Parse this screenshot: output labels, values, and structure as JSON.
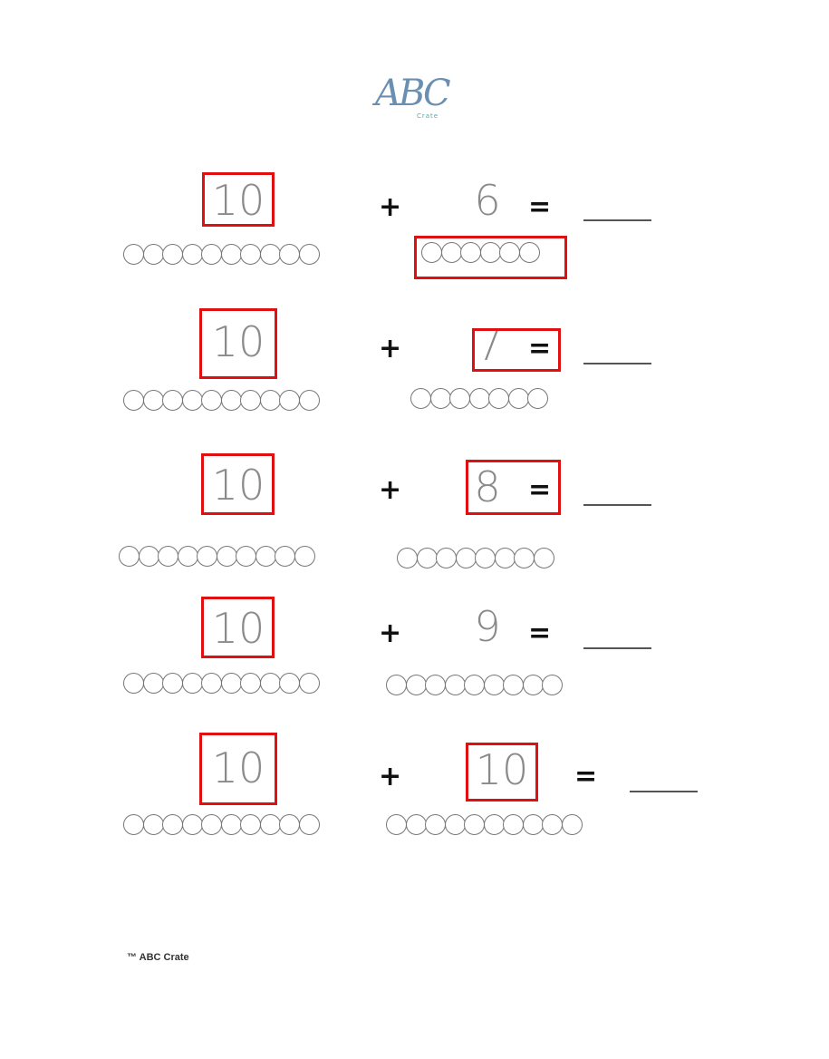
{
  "logo": {
    "text": "ABC",
    "subtext": "Crate"
  },
  "problems": [
    {
      "addend1": "10",
      "operator": "+",
      "addend2": "6",
      "equals": "=",
      "circles1": 10,
      "circles2": 6
    },
    {
      "addend1": "10",
      "operator": "+",
      "addend2": "7",
      "equals": "=",
      "circles1": 10,
      "circles2": 7
    },
    {
      "addend1": "10",
      "operator": "+",
      "addend2": "8",
      "equals": "=",
      "circles1": 10,
      "circles2": 8
    },
    {
      "addend1": "10",
      "operator": "+",
      "addend2": "9",
      "equals": "=",
      "circles1": 10,
      "circles2": 9
    },
    {
      "addend1": "10",
      "operator": "+",
      "addend2": "10",
      "equals": "=",
      "circles1": 10,
      "circles2": 10
    }
  ],
  "footer": {
    "copyright": "™ ABC Crate"
  },
  "colors": {
    "highlight": "#e01010",
    "logo": "#6a8fb0"
  }
}
